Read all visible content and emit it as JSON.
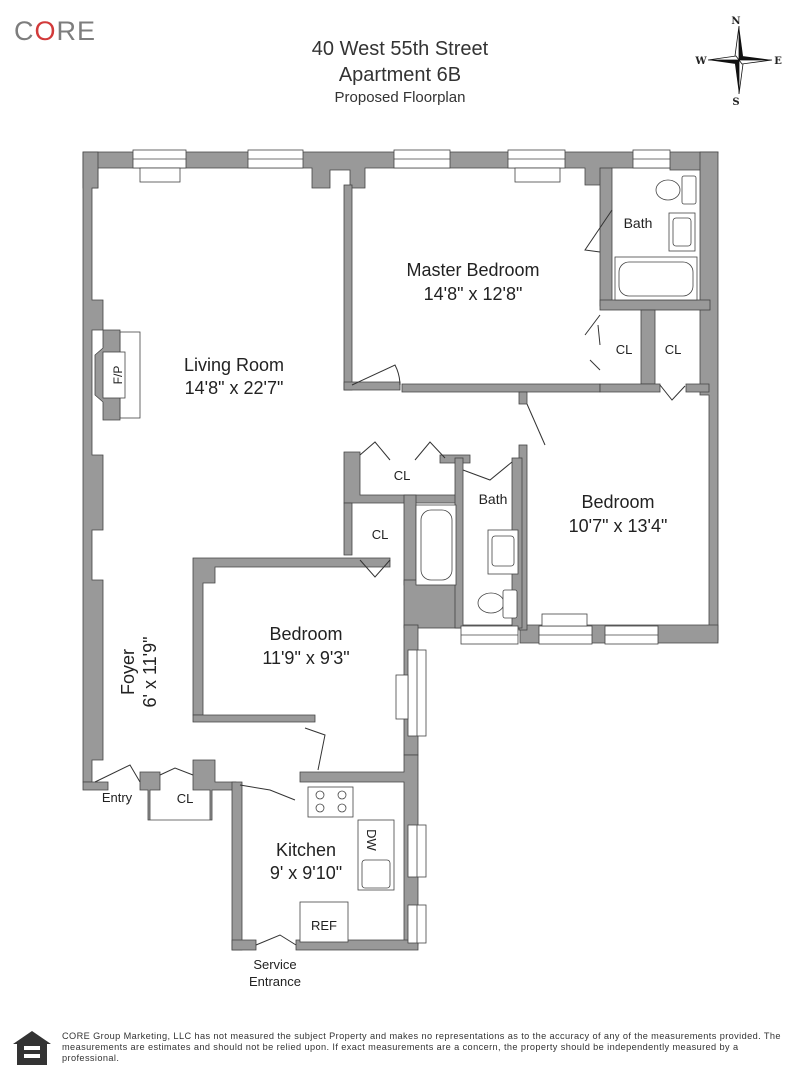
{
  "brand": {
    "logo_c": "C",
    "logo_o": "O",
    "logo_re": "RE",
    "accent_color": "#d23a3a",
    "logo_color": "#7d7d7d"
  },
  "header": {
    "address": "40 West 55th Street",
    "unit": "Apartment 6B",
    "subtitle": "Proposed Floorplan"
  },
  "compass": {
    "n": "N",
    "s": "S",
    "e": "E",
    "w": "W"
  },
  "rooms": {
    "living": {
      "name": "Living Room",
      "size": "14'8\" x 22'7\""
    },
    "master": {
      "name": "Master Bedroom",
      "size": "14'8\" x 12'8\""
    },
    "bedroom_east": {
      "name": "Bedroom",
      "size": "10'7\" x 13'4\""
    },
    "bedroom_center": {
      "name": "Bedroom",
      "size": "11'9\" x 9'3\""
    },
    "kitchen": {
      "name": "Kitchen",
      "size": "9' x 9'10\""
    },
    "foyer": {
      "name": "Foyer",
      "size": "6' x 11'9\""
    },
    "bath_master": "Bath",
    "bath_hall": "Bath"
  },
  "labels": {
    "fp": "F/P",
    "closet": "CL",
    "dw": "DW",
    "ref": "REF",
    "entry": "Entry",
    "service_1": "Service",
    "service_2": "Entrance"
  },
  "colors": {
    "wall": "#999999",
    "line": "#333333"
  },
  "disclaimer": "CORE Group Marketing, LLC has not measured the subject Property and makes no representations as to the accuracy of any of the measurements provided. The measurements are estimates and should not be relied upon. If exact measurements are a concern, the property should be independently measured by a professional."
}
